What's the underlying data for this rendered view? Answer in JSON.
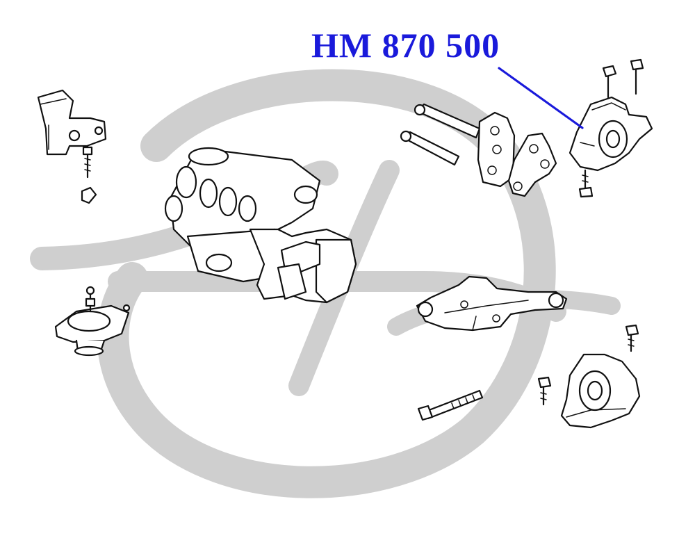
{
  "diagram": {
    "part_number": "HM 870 500",
    "colors": {
      "label": "#1a1adb",
      "leader": "#1a1adb",
      "watermark": "#cfcfcf",
      "ink": "#111111"
    },
    "watermark": "logo-watermark",
    "highlighted_part": "rear-engine-mount"
  }
}
